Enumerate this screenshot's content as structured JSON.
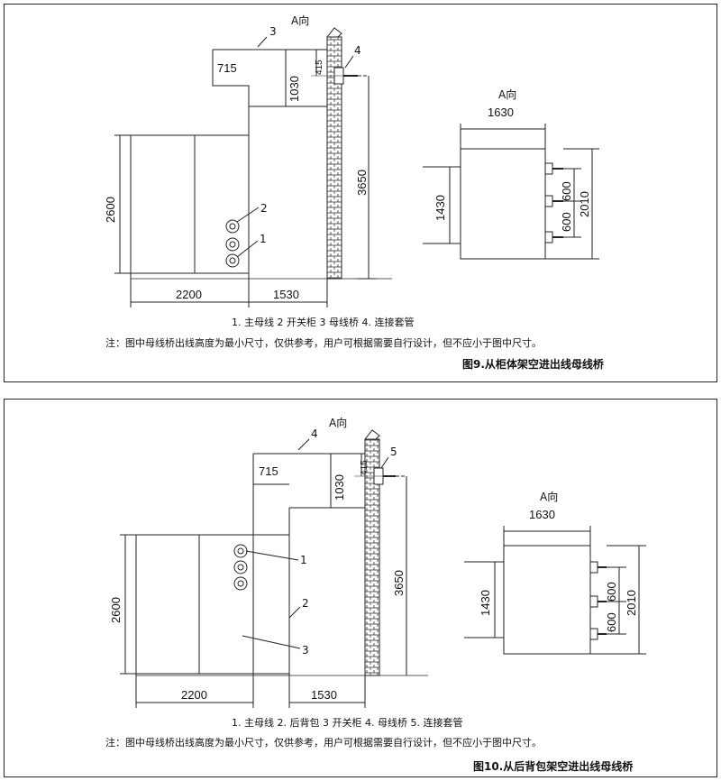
{
  "figure9": {
    "dims": {
      "d715": "715",
      "d1030": "1030",
      "d415": "415",
      "d3650": "3650",
      "d2600": "2600",
      "d2200": "2200",
      "d1530": "1530",
      "d1630": "1630",
      "d1430": "1430",
      "d600a": "600",
      "d600b": "600",
      "d2010": "2010"
    },
    "labels": {
      "a_view": "A向",
      "a_view_right": "A向",
      "n1": "1",
      "n2": "2",
      "n3": "3",
      "n4": "4"
    },
    "legend": "1. 主母线   2 开关柜   3 母线桥   4. 连接套管",
    "note": "注：图中母线桥出线高度为最小尺寸，仅供参考，用户可根据需要自行设计，但不应小于图中尺寸。",
    "title": "图9.从柜体架空进出线母线桥"
  },
  "figure10": {
    "dims": {
      "d715": "715",
      "d1030": "1030",
      "d415": "415",
      "d3650": "3650",
      "d2600": "2600",
      "d2200": "2200",
      "d1530": "1530",
      "d1630": "1630",
      "d1430": "1430",
      "d600a": "600",
      "d600b": "600",
      "d2010": "2010"
    },
    "labels": {
      "a_view": "A向",
      "a_view_right": "A向",
      "n1": "1",
      "n2": "2",
      "n3": "3",
      "n4": "4",
      "n5": "5"
    },
    "legend": "1. 主母线   2. 后背包   3 开关柜   4. 母线桥   5. 连接套管",
    "note": "注：图中母线桥出线高度为最小尺寸，仅供参考，用户可根据需要自行设计，但不应小于图中尺寸。",
    "title": "图10.从后背包架空进出线母线桥"
  }
}
